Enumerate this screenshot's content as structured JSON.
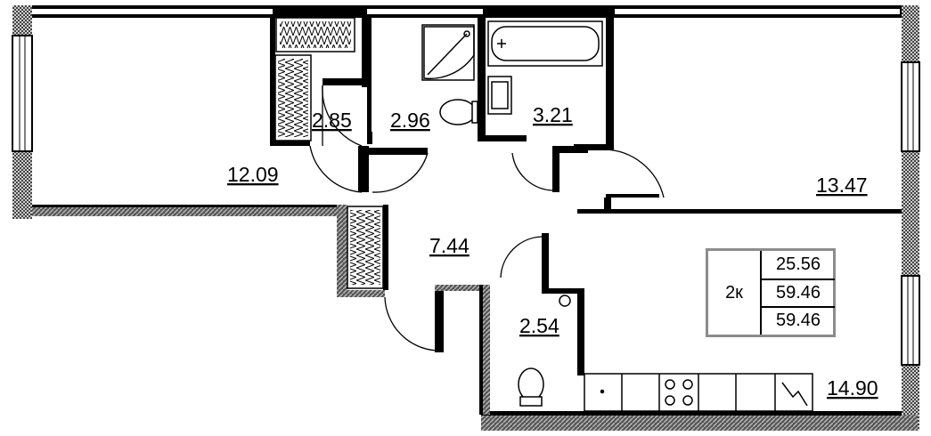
{
  "rooms": {
    "living_left": "12.09",
    "wardrobe_small": "2.85",
    "shower_room": "2.96",
    "bathroom": "3.21",
    "bedroom_right": "13.47",
    "hallway": "7.44",
    "toilet": "2.54",
    "kitchen": "14.90"
  },
  "summary": {
    "room_count": "2к",
    "living_area": "25.56",
    "total_area": "59.46",
    "total_area_2": "59.46"
  }
}
